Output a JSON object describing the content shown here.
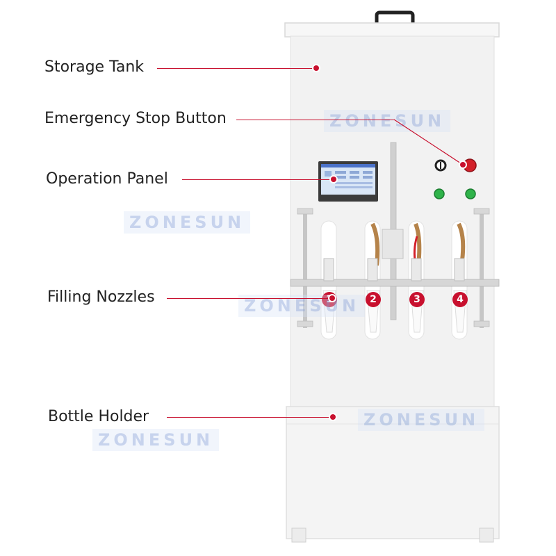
{
  "labels": {
    "storage_tank": "Storage Tank",
    "emergency_stop": "Emergency Stop Button",
    "operation_panel": "Operation Panel",
    "filling_nozzles": "Filling Nozzles",
    "bottle_holder": "Bottle Holder"
  },
  "watermark": "ZONESUN",
  "nozzle_numbers": [
    "1",
    "2",
    "3",
    "4"
  ],
  "colors": {
    "leader": "#c8102e",
    "stop_button": "#d3202a",
    "start_button": "#2fb34a",
    "machine_body": "#f3f3f3"
  }
}
